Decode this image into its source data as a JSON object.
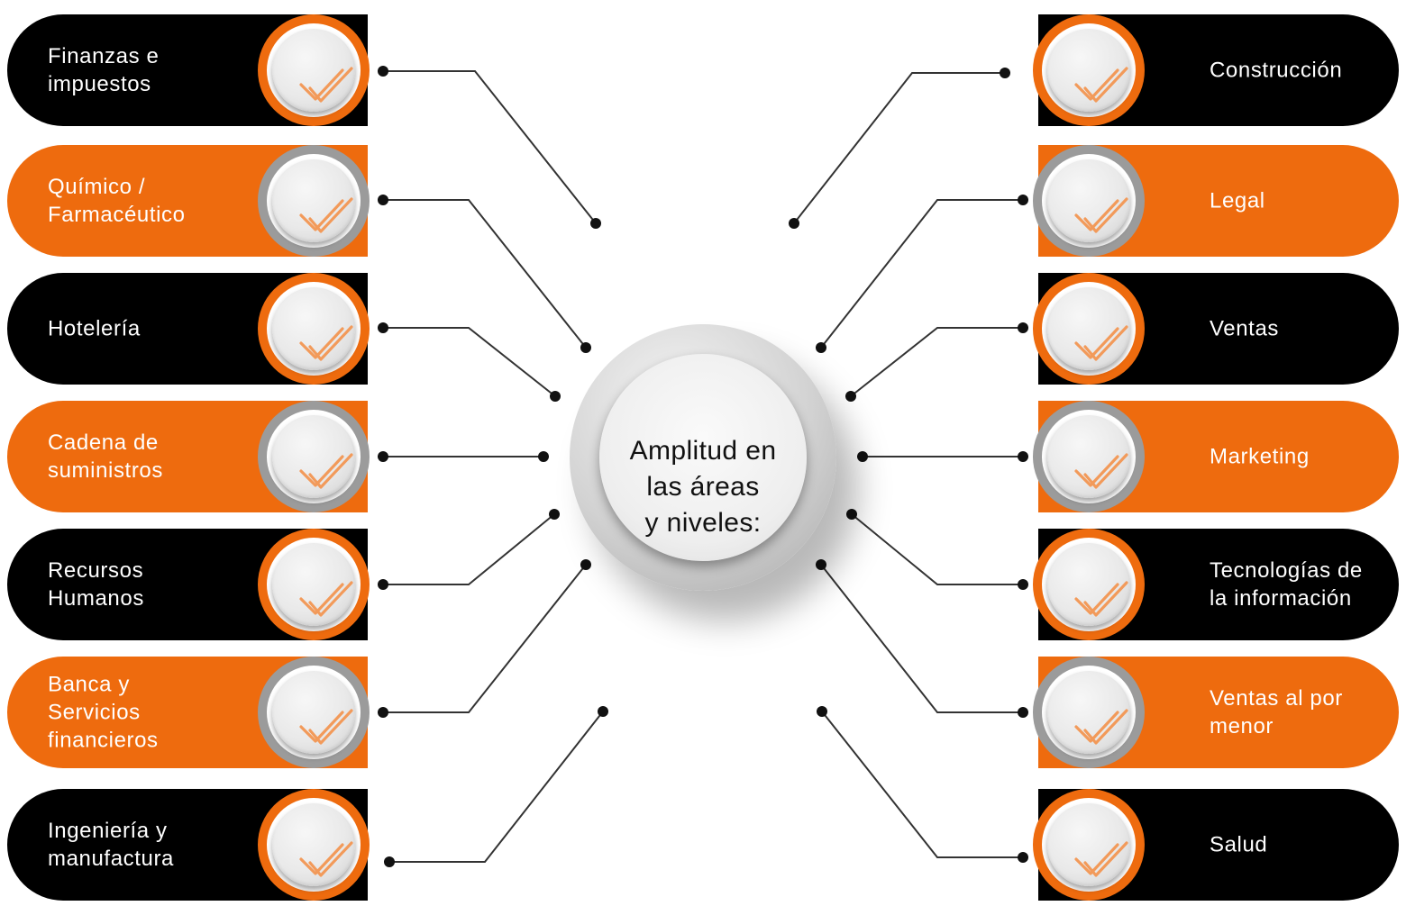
{
  "center": {
    "text": "Amplitud en\nlas áreas\ny niveles:"
  },
  "colors": {
    "orange": "#ee6b0e",
    "black": "#000000",
    "gray": "#9b9b9b",
    "line": "#333333"
  },
  "left_items": [
    {
      "label": "Finanzas e\nimpuestos",
      "pill": "black",
      "badge": "orange",
      "icon": "double-check-icon"
    },
    {
      "label": "Químico /\nFarmacéutico",
      "pill": "orange",
      "badge": "gray",
      "icon": "double-check-icon"
    },
    {
      "label": "Hotelería",
      "pill": "black",
      "badge": "orange",
      "icon": "double-check-icon"
    },
    {
      "label": "Cadena de\nsuministros",
      "pill": "orange",
      "badge": "gray",
      "icon": "double-check-icon"
    },
    {
      "label": "Recursos\n Humanos",
      "pill": "black",
      "badge": "orange",
      "icon": "double-check-icon"
    },
    {
      "label": "Banca y\nServicios\n financieros",
      "pill": "orange",
      "badge": "gray",
      "icon": "double-check-icon"
    },
    {
      "label": "Ingeniería y\n manufactura",
      "pill": "black",
      "badge": "orange",
      "icon": "double-check-icon"
    }
  ],
  "right_items": [
    {
      "label": "Construcción",
      "pill": "black",
      "badge": "orange",
      "icon": "double-check-icon"
    },
    {
      "label": "Legal",
      "pill": "orange",
      "badge": "gray",
      "icon": "double-check-icon"
    },
    {
      "label": "Ventas",
      "pill": "black",
      "badge": "orange",
      "icon": "double-check-icon"
    },
    {
      "label": "Marketing",
      "pill": "orange",
      "badge": "gray",
      "icon": "double-check-icon"
    },
    {
      "label": "Tecnologías de\nla información",
      "pill": "black",
      "badge": "orange",
      "icon": "double-check-icon"
    },
    {
      "label": "Ventas al por\nmenor",
      "pill": "orange",
      "badge": "gray",
      "icon": "double-check-icon"
    },
    {
      "label": "Salud",
      "pill": "black",
      "badge": "orange",
      "icon": "double-check-icon"
    }
  ]
}
